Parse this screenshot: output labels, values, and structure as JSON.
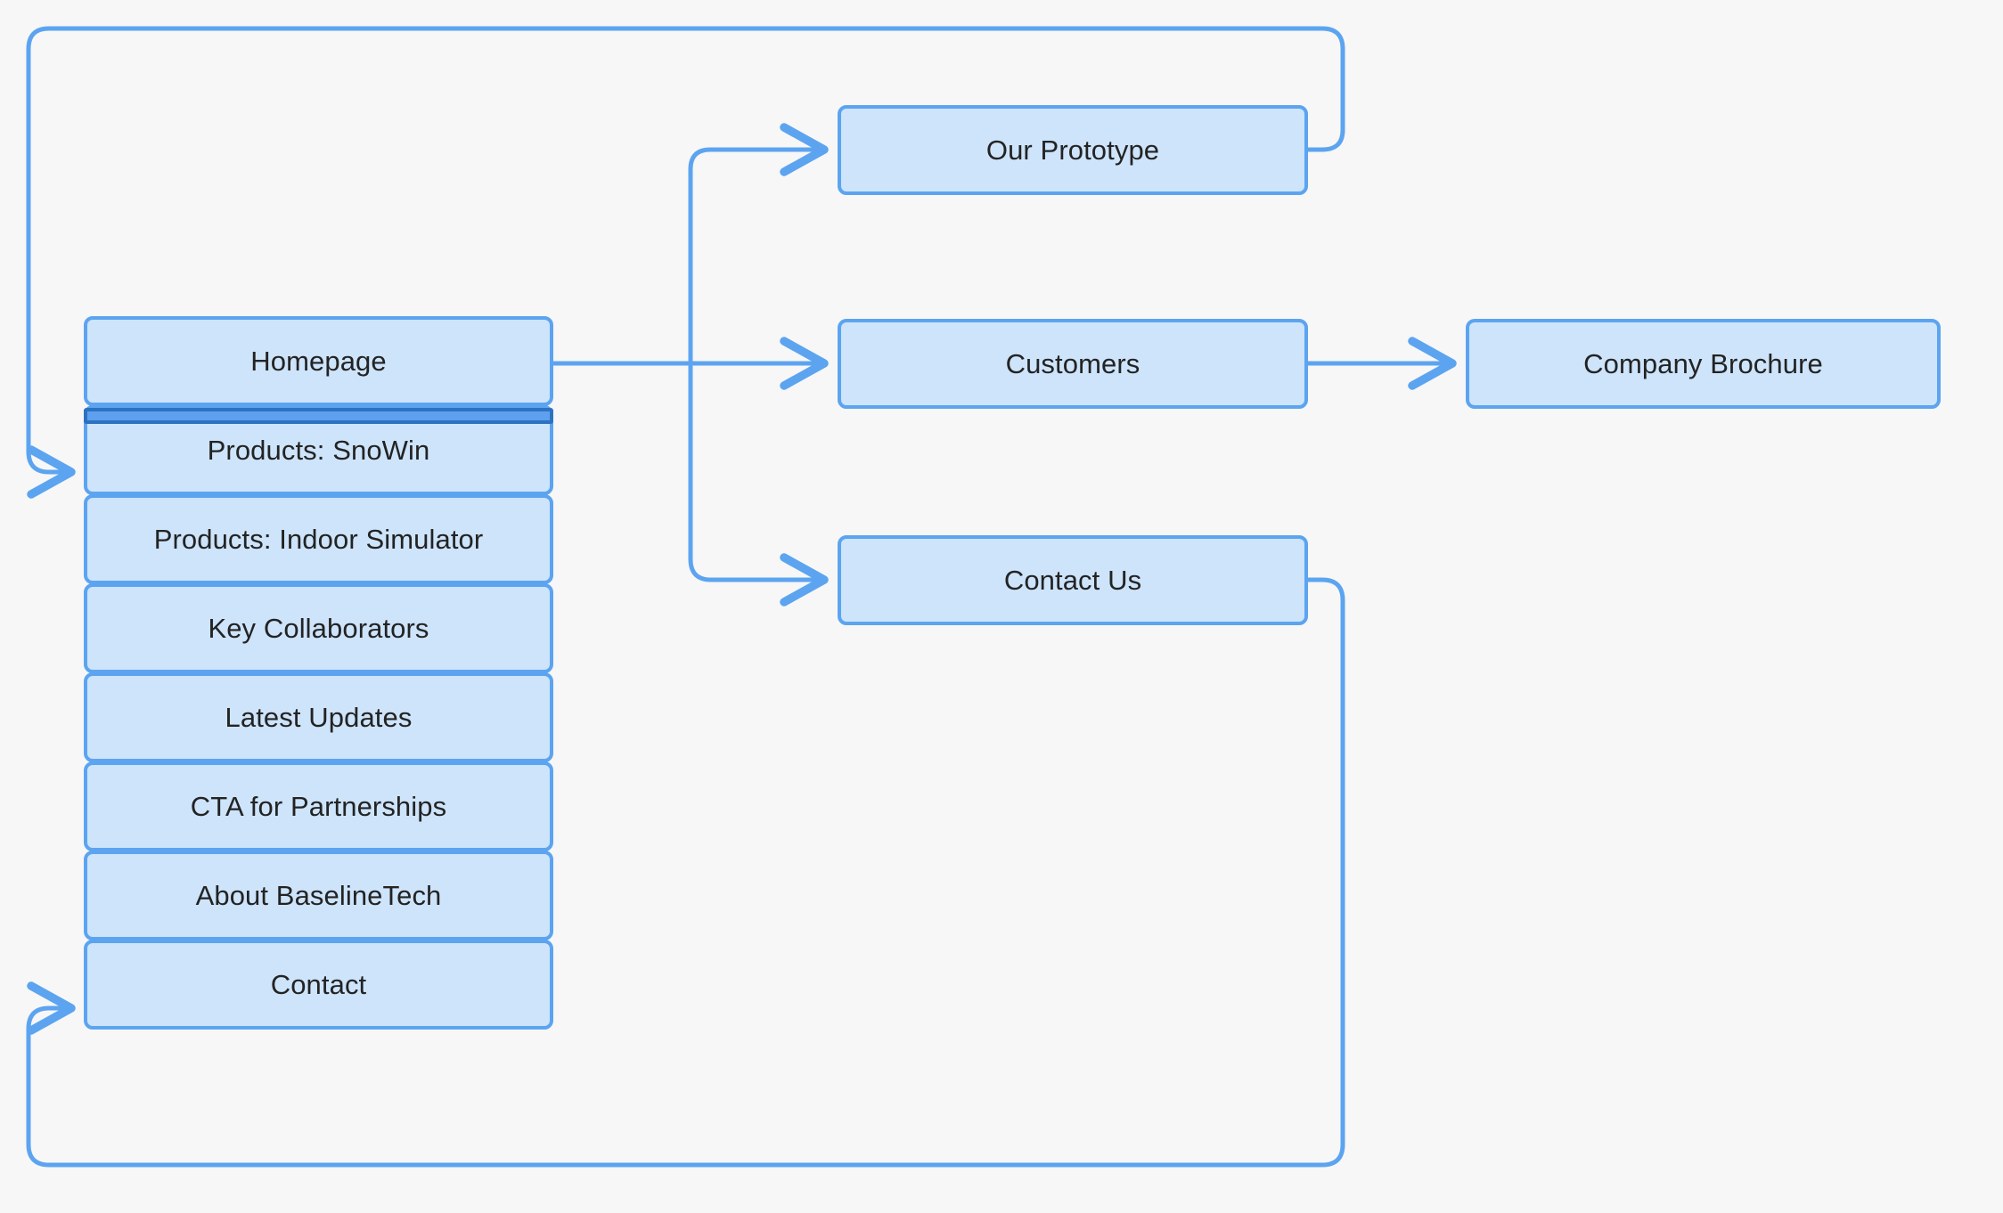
{
  "diagram": {
    "type": "flowchart",
    "title": "Website sitemap flow",
    "background_color": "#f7f7f7",
    "node_fill_color": "#cde4fb",
    "node_border_color": "#5ca4f0",
    "edge_color": "#5ca4f0",
    "divider_color": "#5ea0ee",
    "divider_border_color": "#2d72c2",
    "text_color": "#232323"
  },
  "sidebar": {
    "name": "homepage-section-stack",
    "items": [
      {
        "id": "homepage",
        "label": "Homepage"
      },
      {
        "id": "products-snowin",
        "label": "Products: SnoWin"
      },
      {
        "id": "products-indoor-simulator",
        "label": "Products: Indoor Simulator"
      },
      {
        "id": "key-collaborators",
        "label": "Key Collaborators"
      },
      {
        "id": "latest-updates",
        "label": "Latest Updates"
      },
      {
        "id": "cta-for-partnerships",
        "label": "CTA for Partnerships"
      },
      {
        "id": "about-baselinetech",
        "label": "About BaselineTech"
      },
      {
        "id": "contact",
        "label": "Contact"
      }
    ]
  },
  "branch_nodes": [
    {
      "id": "our-prototype",
      "label": "Our Prototype"
    },
    {
      "id": "customers",
      "label": "Customers"
    },
    {
      "id": "contact-us",
      "label": "Contact Us"
    }
  ],
  "leaf_nodes": [
    {
      "id": "company-brochure",
      "label": "Company Brochure"
    }
  ],
  "edges": [
    {
      "from": "homepage",
      "to": "our-prototype",
      "arrow": true
    },
    {
      "from": "homepage",
      "to": "customers",
      "arrow": true
    },
    {
      "from": "homepage",
      "to": "contact-us",
      "arrow": true
    },
    {
      "from": "customers",
      "to": "company-brochure",
      "arrow": true
    },
    {
      "from": "our-prototype",
      "to": "products-snowin",
      "arrow": true
    },
    {
      "from": "contact-us",
      "to": "contact",
      "arrow": true
    }
  ]
}
